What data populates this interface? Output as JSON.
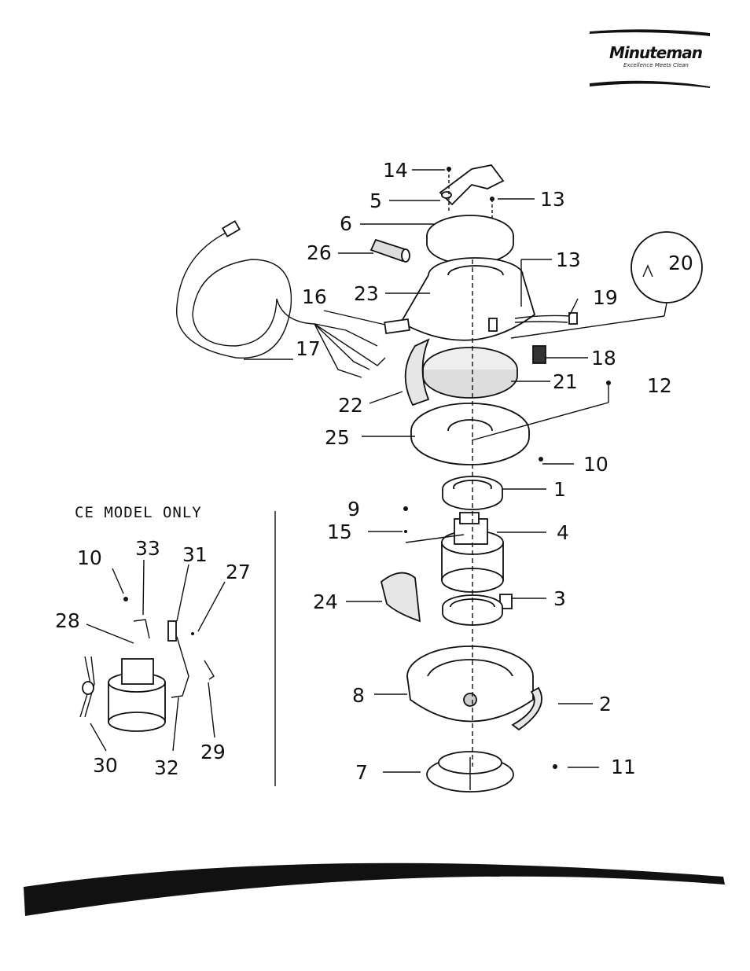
{
  "brand": {
    "name": "Minuteman",
    "tagline": "Excellence Meets Clean"
  },
  "ce_section": {
    "title": "CE MODEL ONLY"
  },
  "callouts": {
    "c1": "1",
    "c2": "2",
    "c3": "3",
    "c4": "4",
    "c5": "5",
    "c6": "6",
    "c7": "7",
    "c8": "8",
    "c9": "9",
    "c10": "10",
    "c10b": "10",
    "c11": "11",
    "c12": "12",
    "c13a": "13",
    "c13b": "13",
    "c14": "14",
    "c15": "15",
    "c16": "16",
    "c17": "17",
    "c18": "18",
    "c19": "19",
    "c20": "20",
    "c21": "21",
    "c22": "22",
    "c23": "23",
    "c24": "24",
    "c25": "25",
    "c26": "26",
    "c27": "27",
    "c28": "28",
    "c29": "29",
    "c30": "30",
    "c31": "31",
    "c32": "32",
    "c33": "33"
  },
  "colors": {
    "ink": "#111111",
    "paper": "#ffffff",
    "shade": "#cfcfcf"
  }
}
